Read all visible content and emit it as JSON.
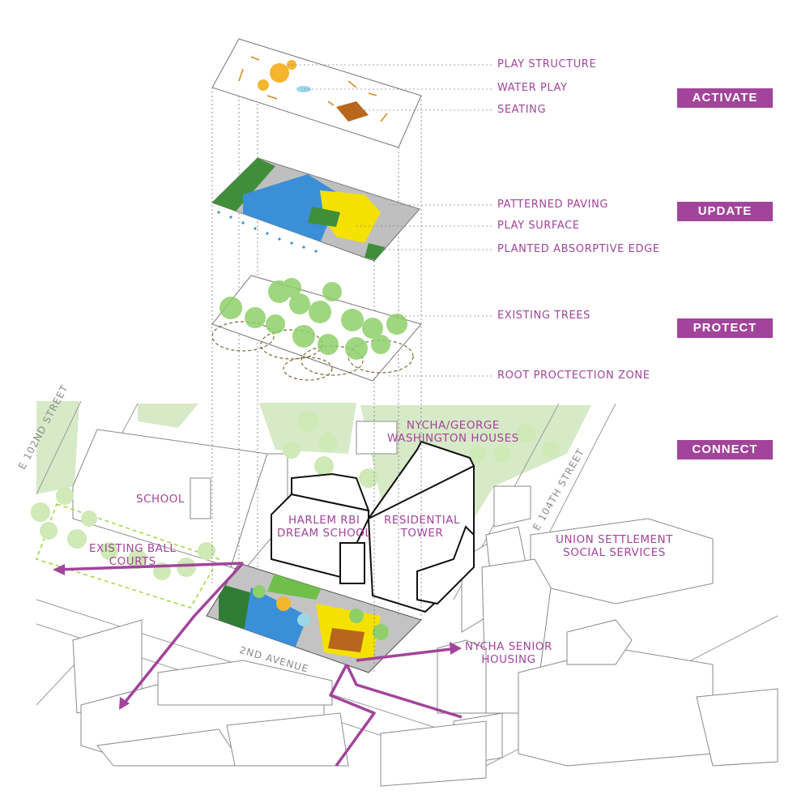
{
  "colors": {
    "accent": "#a2449b",
    "tree": "#8fcf6a",
    "blue": "#3a8fd6",
    "yellow": "#f5e100",
    "paving": "#bfbfbf",
    "brown": "#b8661c",
    "grass": "#3f8f3a"
  },
  "layers": {
    "activate": {
      "tag": "ACTIVATE",
      "labels": [
        "PLAY STRUCTURE",
        "WATER PLAY",
        "SEATING"
      ]
    },
    "update": {
      "tag": "UPDATE",
      "labels": [
        "PATTERNED PAVING",
        "PLAY SURFACE",
        "PLANTED ABSORPTIVE EDGE"
      ]
    },
    "protect": {
      "tag": "PROTECT",
      "labels": [
        "EXISTING TREES",
        "ROOT PROCTECTION ZONE"
      ]
    },
    "connect": {
      "tag": "CONNECT"
    }
  },
  "places": {
    "nycha_gw": [
      "NYCHA/GEORGE",
      "WASHINGTON HOUSES"
    ],
    "school": "SCHOOL",
    "harlem_rbi": [
      "HARLEM RBI",
      "DREAM SCHOOL"
    ],
    "residential": [
      "RESIDENTIAL",
      "TOWER"
    ],
    "union": [
      "UNION SETTLEMENT",
      "SOCIAL SERVICES"
    ],
    "ball_courts": [
      "EXISTING BALL",
      "COURTS"
    ],
    "senior": [
      "NYCHA SENIOR",
      "HOUSING"
    ]
  },
  "streets": {
    "e102": "E 102ND STREET",
    "e104": "E 104TH STREET",
    "second_ave": "2ND AVENUE"
  }
}
